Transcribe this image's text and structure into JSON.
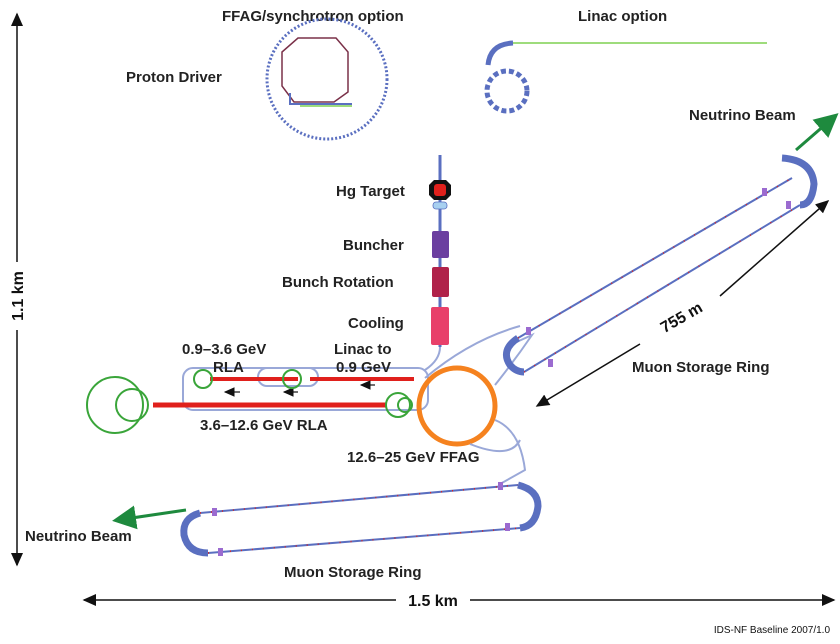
{
  "labels": {
    "ffag_option": "FFAG/synchrotron option",
    "linac_option": "Linac option",
    "proton_driver": "Proton Driver",
    "neutrino_beam_top": "Neutrino Beam",
    "neutrino_beam_bottom": "Neutrino Beam",
    "hg_target": "Hg Target",
    "buncher": "Buncher",
    "bunch_rotation": "Bunch Rotation",
    "cooling": "Cooling",
    "rla_low": "0.9–3.6 GeV",
    "rla_low_2": "RLA",
    "linac_to": "Linac to",
    "linac_to_2": "0.9 GeV",
    "rla_high": "3.6–12.6 GeV RLA",
    "ffag": "12.6–25 GeV FFAG",
    "storage_ring_right": "Muon Storage Ring",
    "storage_ring_bottom": "Muon Storage Ring",
    "dim_755": "755 m",
    "dim_height": "1.1 km",
    "dim_width": "1.5 km",
    "footer": "IDS-NF Baseline 2007/1.0"
  },
  "colors": {
    "ring_blue": "#5a6fc0",
    "beam_green": "#1e8a3e",
    "linac_red": "#e0201c",
    "ffag_orange": "#f5821f",
    "buncher_purple": "#6b3fa0",
    "rotation_maroon": "#b0224a",
    "cooling_pink": "#e8406a",
    "transport_lavender": "#9aa8d8",
    "rla_green": "#3aa53a"
  },
  "icons": {
    "dimension_arrow": "double-headed-arrow",
    "beam_arrow": "green-arrow"
  }
}
